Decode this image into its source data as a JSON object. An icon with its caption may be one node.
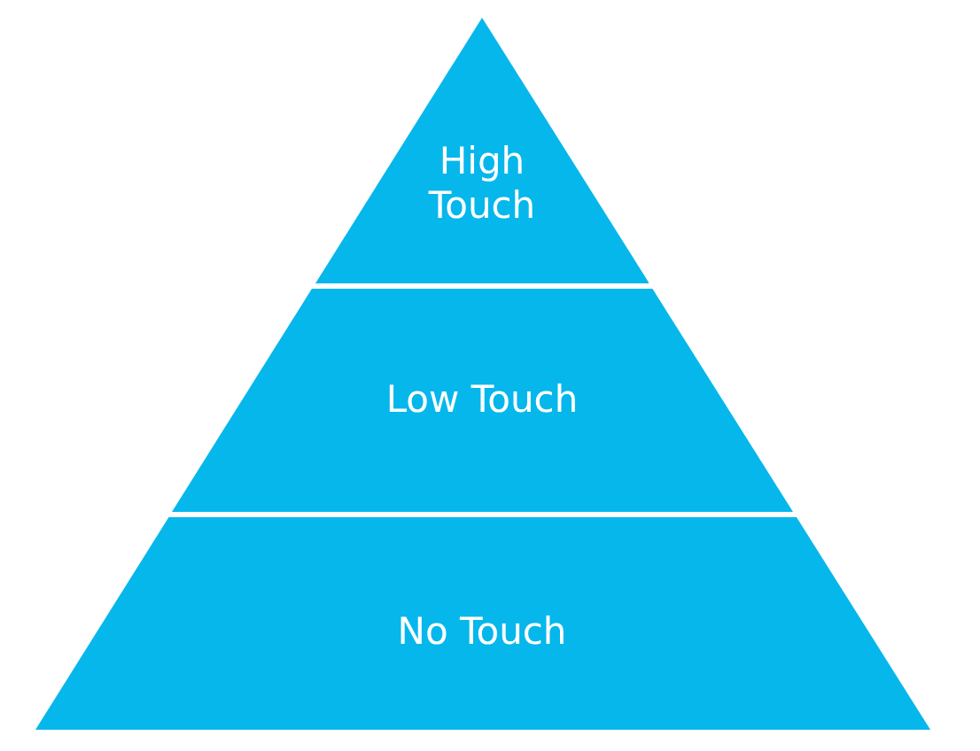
{
  "diagram": {
    "nodes": [
      {
        "text": [
          "High Touch"
        ]
      },
      {
        "text": [
          "Low Touch"
        ]
      },
      {
        "text": [
          "No Touch"
        ]
      }
    ]
  }
}
